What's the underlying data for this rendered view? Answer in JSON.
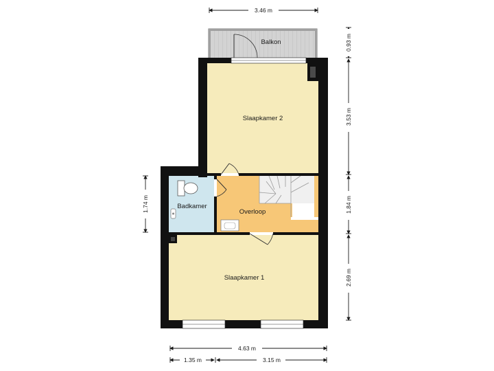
{
  "rooms": {
    "balcony": "Balkon",
    "bedroom2": "Slaapkamer 2",
    "bathroom": "Badkamer",
    "landing": "Overloop",
    "bedroom1": "Slaapkamer 1"
  },
  "dimensions": {
    "top_width": "3.46 m",
    "bottom_total": "4.63 m",
    "bottom_left": "1.35 m",
    "bottom_right": "3.15 m",
    "right_balcony": "0.93 m",
    "right_bedroom2": "3.53 m",
    "right_landing": "1.84 m",
    "right_bedroom1": "2.69 m",
    "left_bathroom": "1.74 m"
  },
  "colors": {
    "bedroom": "#f6ebbb",
    "bathroom": "#cfe6ee",
    "landing": "#f7c777",
    "balcony": "#d3d3d3",
    "wall": "#111111",
    "stairs": "#f0f0f0"
  }
}
